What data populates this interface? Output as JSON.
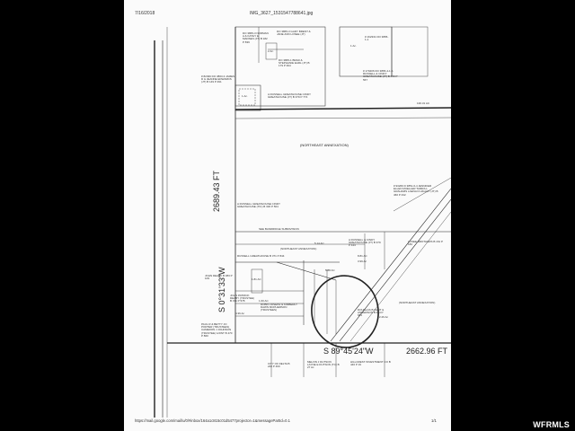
{
  "header": {
    "date": "7/16/2018",
    "filename": "IMG_3627_1531547788641.jpg"
  },
  "footer": {
    "url": "https://mail.google.com/mail/u/0/#inbox/164a1c815c01d5477projector=1&messagePartId=0.1",
    "page": "1/1"
  },
  "watermark": "WFRMLS",
  "dimensions": {
    "north_south_upper": "2689.43 FT",
    "bearing_west": "S 0°31'33\"W",
    "bearing_south": "S 89°45'24\"W",
    "south_line": "2662.96 FT"
  },
  "annexation": {
    "upper": "(NORTHEAST ANNEXATION)",
    "middle": "(NORTHEAST ANNEXATION)",
    "right": "(NORTHEAST ANNEXATION)"
  },
  "labels": {
    "top1": "DO 3865-3 NORMAN A & KATHY E MADSEN (JT) B 182 P 839",
    "top2": "DO 3865-3 GARY BRENT & JANE ANN LOSEE (JT)",
    "top3": "DO 3865-1 BRAD & STEPHANIE EARL (JT) B 179 P 394",
    "top4": "# 162331 DO 3865-1-1",
    "top5": "# 179406 DO 3865-4-1 A RUSSELL & CINDY GREATHOUSE (JT) B 446 P 567",
    "top_ac": "136.31 AC",
    "left1": "# 82499 DO 3863-3 JAMES D & JEANNE EDWARDS (JT) B 149 P 491",
    "owner1": "A RUSSELL GREATHOUSE CINDY GREATHOUSE (JT) B 379 P 774",
    "owner2": "A RUSSELL GREATHOUSE CINDY GREATHOUSE (TIC) B 336 P 564",
    "subdivision": "SEE BANDRIDGE SUBDIVISION",
    "owner3": "RUSSELL GREATHOUSE B 371 P 844",
    "owner4": "A RUSSELL & CINDY GREATHOUSE (JT) B 379 P 444",
    "right1": "# 93269 D 3851-6-4 JENNIFER ELLEN MUELLER TAMRA L GRAHAMS LAENA D HIGLEY (JT) B 460 P 432",
    "right2": "LOSEE BROTHERS B 161 P 182",
    "right3": "DOUGLAS B KENT & ANDERSON B 464 P 681",
    "left2": "JOHN DEABY B 383 P 109",
    "left3": "JOHN PATRICK DEABY (TRUSTEE) B 371 P 578",
    "left4": "ROBIN JOSEPH & KIMBERLY DAWN MCPHERSON (TRUSTEES)",
    "left5": "PAUL R & BETTY JO PORTER (TRUSTEES) CAMERON J JOHNSON (TRUSTEE) 1/2INT B 470 P 860",
    "bottom1": "CITY OF DELTA B 240 P 460",
    "bottom2": "MELVIN J DUTSON LAYNE E DUTSON (TC) B 27 Ac",
    "bottom3": "HILLCREST INVESTMENT CO B 446 P 19",
    "ac_881": "8.81 AC",
    "ac_514": "5.14 AC",
    "ac_588": "5.88 AC",
    "ac_160": "1.60 AC",
    "ac_181": "1.81 AC",
    "ac_399": "3.99 Ac",
    "ac_436": "4.36 Ac",
    "ac_226": "2.26 Ac",
    "ac_1": "1 Ac.",
    "ac_2": "2 Ac.",
    "ac_3": "1 Ac."
  }
}
